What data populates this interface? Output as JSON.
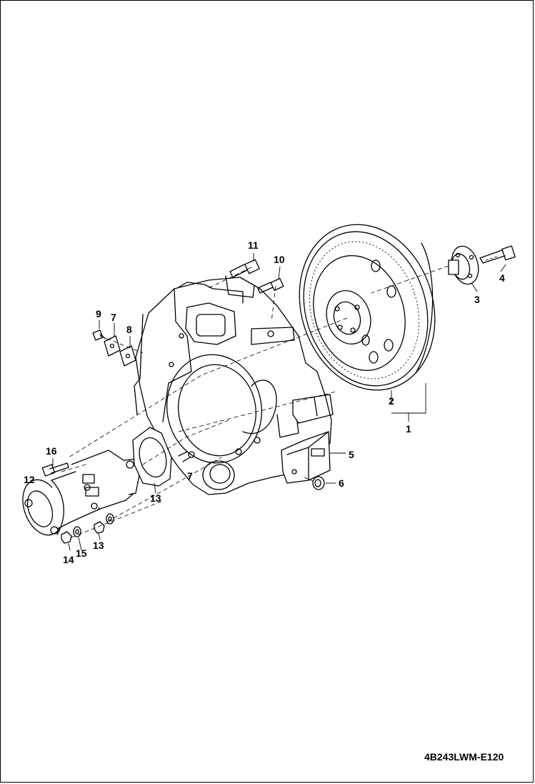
{
  "drawing": {
    "code": "4B243LWM-E120"
  },
  "callouts": [
    {
      "id": "c1",
      "label": "1",
      "part": "flywheel-assembly"
    },
    {
      "id": "c2",
      "label": "2",
      "part": "ring-gear"
    },
    {
      "id": "c3",
      "label": "3",
      "part": "hub-flange"
    },
    {
      "id": "c4",
      "label": "4",
      "part": "bolt"
    },
    {
      "id": "c5",
      "label": "5",
      "part": "mounting-bracket"
    },
    {
      "id": "c6",
      "label": "6",
      "part": "plug"
    },
    {
      "id": "c7a",
      "label": "7",
      "part": "cover-plate"
    },
    {
      "id": "c7b",
      "label": "7",
      "part": "stud"
    },
    {
      "id": "c8",
      "label": "8",
      "part": "cover-plate"
    },
    {
      "id": "c9",
      "label": "9",
      "part": "bolt"
    },
    {
      "id": "c10",
      "label": "10",
      "part": "bolt"
    },
    {
      "id": "c11",
      "label": "11",
      "part": "bolt"
    },
    {
      "id": "c12",
      "label": "12",
      "part": "starter-motor"
    },
    {
      "id": "c13a",
      "label": "13",
      "part": "gasket"
    },
    {
      "id": "c13b",
      "label": "13",
      "part": "nut"
    },
    {
      "id": "c14",
      "label": "14",
      "part": "nut"
    },
    {
      "id": "c15",
      "label": "15",
      "part": "washer"
    },
    {
      "id": "c16",
      "label": "16",
      "part": "bolt"
    }
  ]
}
